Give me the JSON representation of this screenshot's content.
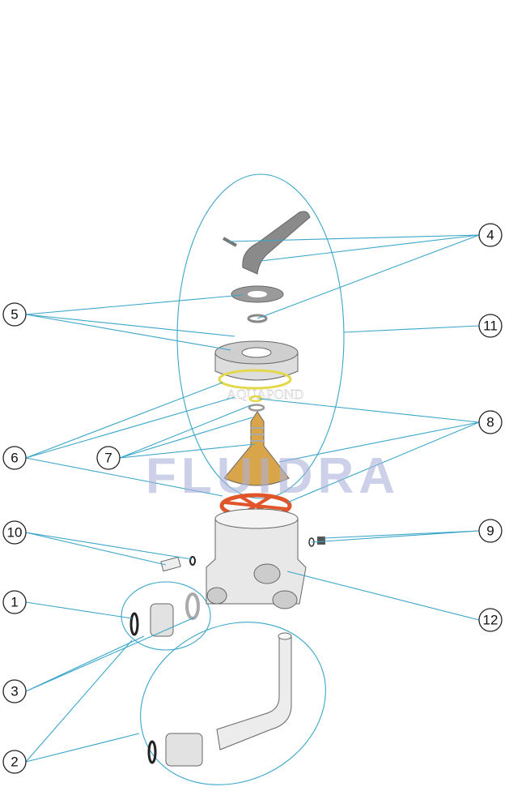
{
  "diagram": {
    "watermarks": {
      "brand": "FLUIDRA",
      "site": "AQUAPOND"
    },
    "callouts": [
      "1",
      "2",
      "3",
      "4",
      "5",
      "6",
      "7",
      "8",
      "9",
      "10",
      "11",
      "12"
    ],
    "colors": {
      "leader": "#3aa6c8",
      "cone": "#d9a54a",
      "handwheel": "#e0552a",
      "gasket": "#e2d84a",
      "plastic": "#e4e4e4"
    }
  }
}
